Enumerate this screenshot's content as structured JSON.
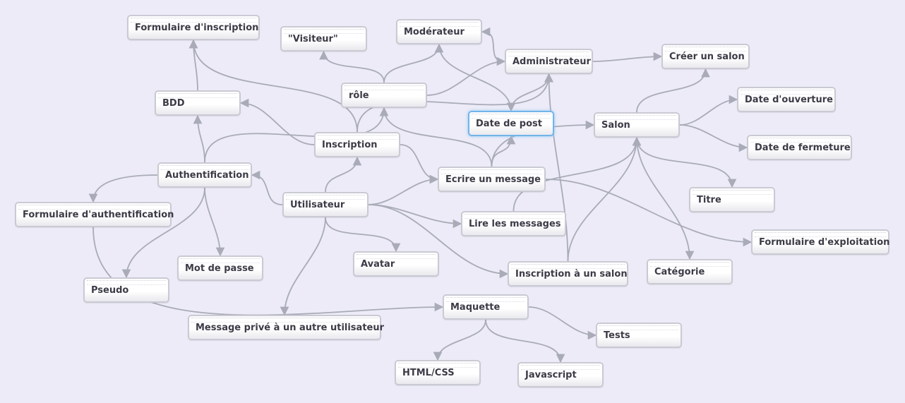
{
  "diagram": {
    "nodes": [
      {
        "id": "form-inscription",
        "label": "Formulaire d'inscription"
      },
      {
        "id": "visiteur",
        "label": "\"Visiteur\""
      },
      {
        "id": "moderateur",
        "label": "Modérateur"
      },
      {
        "id": "administrateur",
        "label": "Administrateur"
      },
      {
        "id": "creer-salon",
        "label": "Créer un salon"
      },
      {
        "id": "bdd",
        "label": "BDD"
      },
      {
        "id": "role",
        "label": "rôle"
      },
      {
        "id": "date-post",
        "label": "Date de post",
        "selected": true
      },
      {
        "id": "date-ouverture",
        "label": "Date d'ouverture"
      },
      {
        "id": "salon",
        "label": "Salon"
      },
      {
        "id": "date-fermeture",
        "label": "Date de fermeture"
      },
      {
        "id": "inscription",
        "label": "Inscription"
      },
      {
        "id": "authentification",
        "label": "Authentification"
      },
      {
        "id": "ecrire-message",
        "label": "Ecrire un message"
      },
      {
        "id": "titre",
        "label": "Titre"
      },
      {
        "id": "utilisateur",
        "label": "Utilisateur"
      },
      {
        "id": "form-authentification",
        "label": "Formulaire d'authentification"
      },
      {
        "id": "lire-messages",
        "label": "Lire les messages"
      },
      {
        "id": "form-exploitation",
        "label": "Formulaire d'exploitation"
      },
      {
        "id": "mot-de-passe",
        "label": "Mot de passe"
      },
      {
        "id": "avatar",
        "label": "Avatar"
      },
      {
        "id": "inscription-salon",
        "label": "Inscription à un salon"
      },
      {
        "id": "categorie",
        "label": "Catégorie"
      },
      {
        "id": "pseudo",
        "label": "Pseudo"
      },
      {
        "id": "maquette",
        "label": "Maquette"
      },
      {
        "id": "message-prive",
        "label": "Message privé à un autre utilisateur"
      },
      {
        "id": "tests",
        "label": "Tests"
      },
      {
        "id": "html-css",
        "label": "HTML/CSS"
      },
      {
        "id": "javascript",
        "label": "Javascript"
      }
    ],
    "edges": [
      [
        "utilisateur",
        "authentification"
      ],
      [
        "utilisateur",
        "inscription"
      ],
      [
        "utilisateur",
        "ecrire-message"
      ],
      [
        "utilisateur",
        "lire-messages"
      ],
      [
        "utilisateur",
        "avatar"
      ],
      [
        "utilisateur",
        "message-prive"
      ],
      [
        "utilisateur",
        "inscription-salon"
      ],
      [
        "authentification",
        "bdd"
      ],
      [
        "authentification",
        "form-authentification"
      ],
      [
        "authentification",
        "pseudo"
      ],
      [
        "authentification",
        "mot-de-passe"
      ],
      [
        "authentification",
        "role"
      ],
      [
        "inscription",
        "bdd"
      ],
      [
        "inscription",
        "form-inscription"
      ],
      [
        "inscription",
        "ecrire-message"
      ],
      [
        "inscription",
        "administrateur"
      ],
      [
        "bdd",
        "form-inscription"
      ],
      [
        "role",
        "visiteur"
      ],
      [
        "role",
        "moderateur"
      ],
      [
        "role",
        "administrateur"
      ],
      [
        "moderateur",
        "date-post"
      ],
      [
        "administrateur",
        "moderateur"
      ],
      [
        "administrateur",
        "creer-salon"
      ],
      [
        "date-post",
        "administrateur"
      ],
      [
        "ecrire-message",
        "date-post"
      ],
      [
        "ecrire-message",
        "salon"
      ],
      [
        "ecrire-message",
        "form-exploitation"
      ],
      [
        "ecrire-message",
        "role"
      ],
      [
        "lire-messages",
        "salon"
      ],
      [
        "inscription-salon",
        "salon"
      ],
      [
        "inscription-salon",
        "administrateur"
      ],
      [
        "salon",
        "creer-salon"
      ],
      [
        "salon",
        "date-ouverture"
      ],
      [
        "salon",
        "date-fermeture"
      ],
      [
        "salon",
        "titre"
      ],
      [
        "salon",
        "categorie"
      ],
      [
        "form-authentification",
        "maquette"
      ],
      [
        "maquette",
        "tests"
      ],
      [
        "maquette",
        "html-css"
      ],
      [
        "maquette",
        "javascript"
      ]
    ]
  },
  "colors": {
    "background": "#ecebf7",
    "edge": "#a9abb8",
    "node_border": "#c9cad3",
    "selected_border": "#72b4ea",
    "text": "#3b3b47"
  }
}
